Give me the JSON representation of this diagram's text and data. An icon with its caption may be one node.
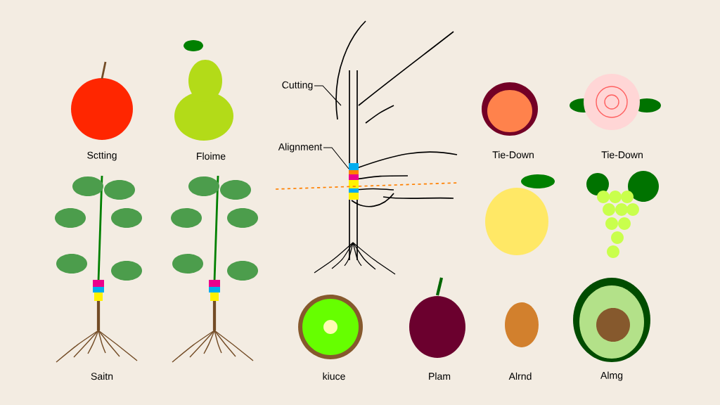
{
  "diagram": {
    "nodes": [
      {
        "text": [
          "Cutting"
        ]
      },
      {
        "text": [
          "Alignment"
        ]
      }
    ],
    "edges": [
      {
        "from": 0,
        "to": null,
        "arrow": "none"
      },
      {
        "from": 1,
        "to": null,
        "arrow": "none"
      }
    ],
    "labels": [
      "Sctting",
      "Floime",
      "Tie-Down",
      "Tie-Down",
      "Saitn",
      "kiuce",
      "Plam",
      "Alrnd",
      "Almg"
    ]
  }
}
